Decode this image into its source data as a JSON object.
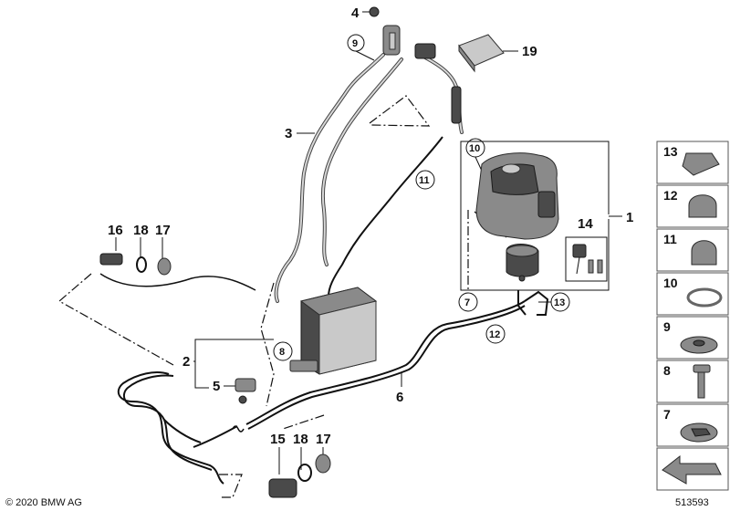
{
  "callouts": {
    "c1": "1",
    "c2": "2",
    "c3": "3",
    "c4": "4",
    "c5": "5",
    "c6": "6",
    "c7": "7",
    "c8": "8",
    "c9": "9",
    "c10": "10",
    "c11": "11",
    "c12": "12",
    "c13": "13",
    "c14": "14",
    "c15": "15",
    "c16": "16",
    "c17a": "17",
    "c17b": "17",
    "c18a": "18",
    "c18b": "18",
    "c19": "19"
  },
  "side_panel": {
    "items": [
      "13",
      "12",
      "11",
      "10",
      "9",
      "8",
      "7"
    ]
  },
  "footer": {
    "copyright": "© 2020 BMW AG",
    "diagram_number": "513593"
  },
  "colors": {
    "line": "#111111",
    "part_fill": "#8a8a8a",
    "part_dark": "#4a4a4a"
  }
}
